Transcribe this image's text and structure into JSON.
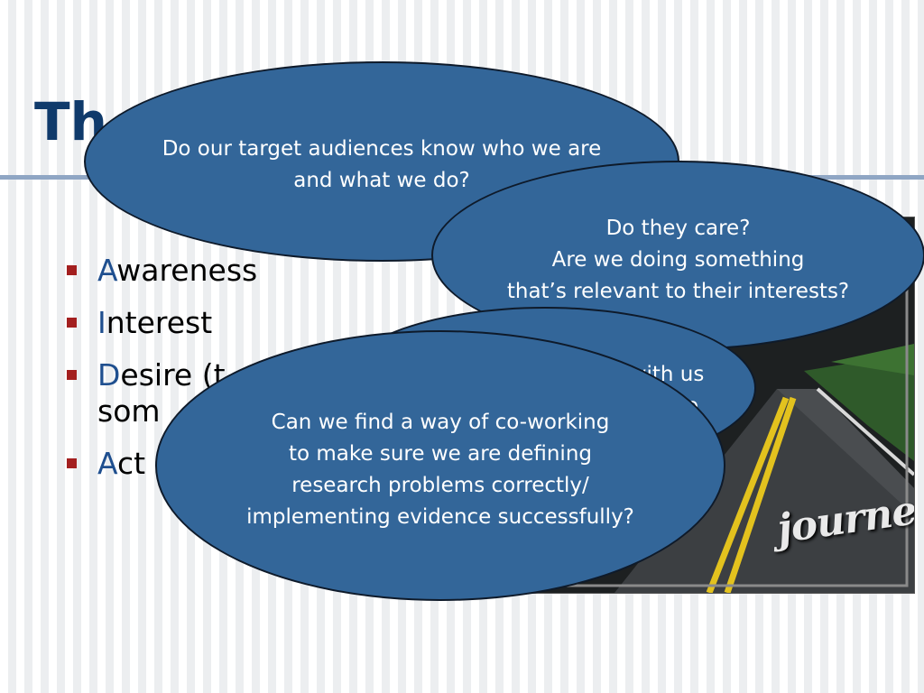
{
  "slide": {
    "title": "Th"
  },
  "bullets": [
    {
      "cap": "A",
      "rest": "wareness"
    },
    {
      "cap": "I",
      "rest": "nterest"
    },
    {
      "cap": "D",
      "rest": "esire (t",
      "line2": "som"
    },
    {
      "cap": "A",
      "rest": "ct"
    }
  ],
  "bubbles": {
    "b1": [
      "Do our target audiences know who we are",
      "and what we do?"
    ],
    "b2": [
      "Do they care?",
      "Are we doing something",
      "that’s relevant to their interests?"
    ],
    "b3": [
      "with us",
      "dence"
    ],
    "b4": [
      "Can we find a way of co-working",
      "to make sure we are defining",
      "research problems correctly/",
      "implementing evidence successfully?"
    ]
  },
  "image": {
    "caption": "journey"
  },
  "colors": {
    "title": "#0f3a6b",
    "bubble_fill": "#336699",
    "bullet_marker": "#a31f1f",
    "bullet_initial": "#1f4f8f"
  }
}
